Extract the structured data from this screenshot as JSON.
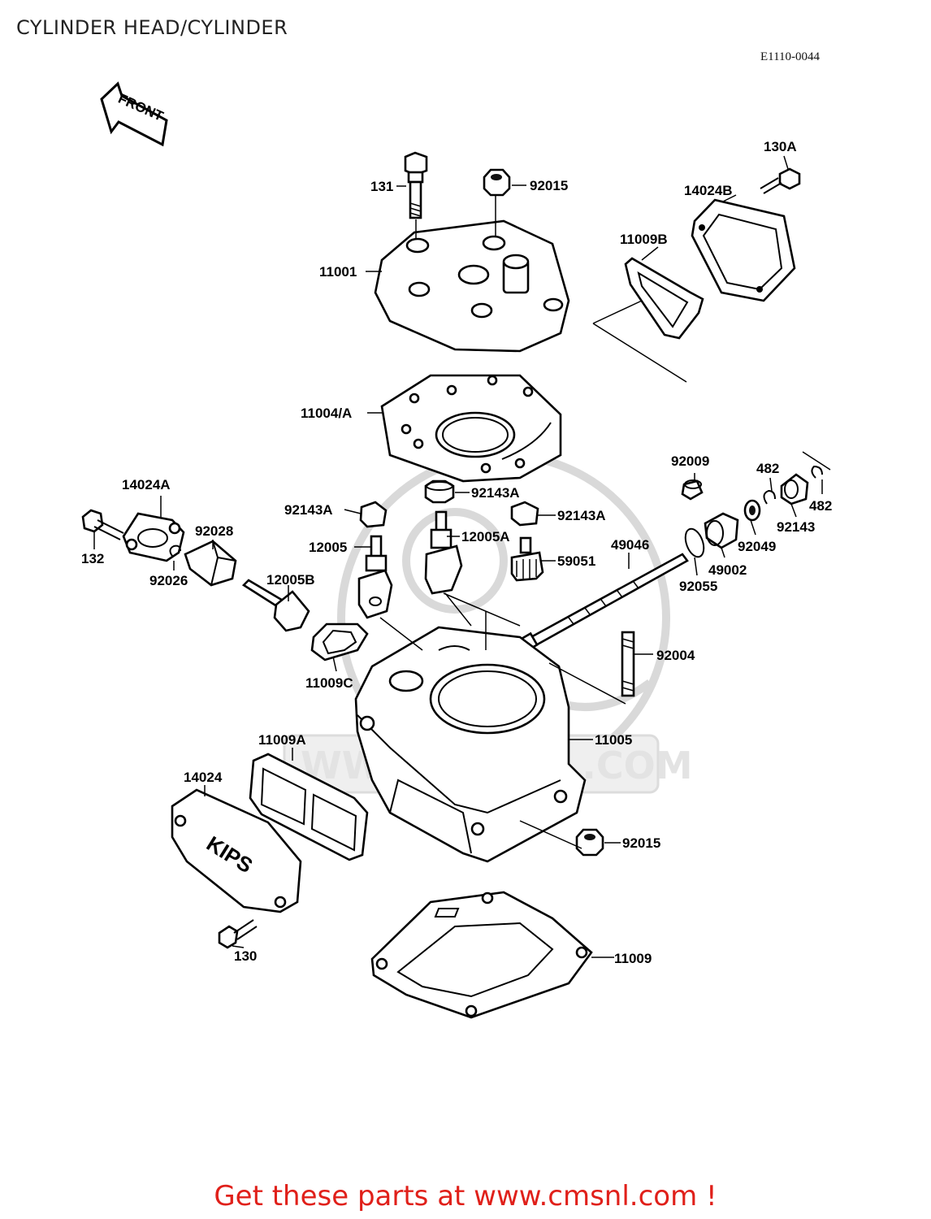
{
  "page": {
    "title": "CYLINDER HEAD/CYLINDER",
    "diagram_code": "E1110-0044",
    "footer": "Get these parts at www.cmsnl.com !"
  },
  "direction_marker": {
    "text": "FRONT"
  },
  "watermark": {
    "text": "WWW.CMSNL.COM"
  },
  "emblem_text": "KIPS",
  "parts": {
    "p131": "131",
    "p92015_top": "92015",
    "p130A": "130A",
    "p14024B": "14024B",
    "p11009B": "11009B",
    "p11001": "11001",
    "p11004A": "11004/A",
    "p92009": "92009",
    "p482_a": "482",
    "p482_b": "482",
    "p14024A": "14024A",
    "p92143A_mid": "92143A",
    "p92143A_left": "92143A",
    "p92143A_right": "92143A",
    "p92143": "92143",
    "p12005": "12005",
    "p12005A": "12005A",
    "p92028": "92028",
    "p132": "132",
    "p92026": "92026",
    "p49046": "49046",
    "p59051": "59051",
    "p92049": "92049",
    "p49002": "49002",
    "p92055": "92055",
    "p12005B": "12005B",
    "p92004": "92004",
    "p11009C": "11009C",
    "p11005": "11005",
    "p11009A": "11009A",
    "p14024": "14024",
    "p92015_bottom": "92015",
    "p130": "130",
    "p11009": "11009"
  }
}
